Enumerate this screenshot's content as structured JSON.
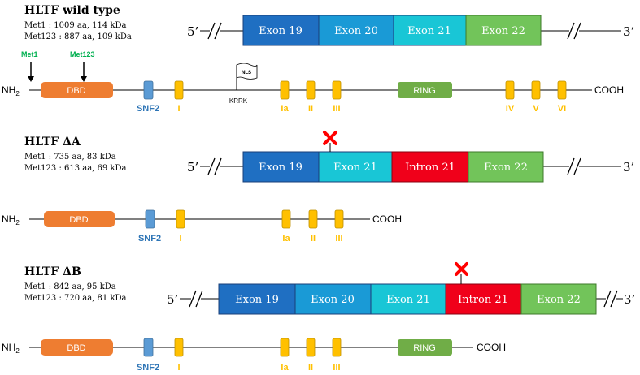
{
  "colors": {
    "exon19": "#1f6fc2",
    "exon20": "#1a9ad6",
    "exon21": "#19c6d6",
    "exon22": "#72c45a",
    "intron21": "#f0001a",
    "dbd": "#ee7d31",
    "snf2": "#5b9bd5",
    "motif": "#ffc000",
    "ring": "#70ad47",
    "met_label": "#00b050",
    "stop_mark": "#ff0000"
  },
  "panels": {
    "wt": {
      "title": "HLTF wild type",
      "met1": "Met1 : 1009 aa, 114 kDa",
      "met123": "Met123 : 887 aa, 109 kDa",
      "exons": [
        "Exon 19",
        "Exon 20",
        "Exon 21",
        "Exon 22"
      ],
      "five": "5’",
      "three": "3’"
    },
    "dA": {
      "title": "HLTF ΔA",
      "met1": "Met1 : 735 aa, 83 kDa",
      "met123": "Met123 : 613 aa, 69 kDa",
      "exons": [
        "Exon 19",
        "Exon 21",
        "Intron 21",
        "Exon 22"
      ],
      "five": "5’",
      "three": "3’"
    },
    "dB": {
      "title": "HLTF ΔB",
      "met1": "Met1 : 842 aa, 95 kDa",
      "met123": "Met123 : 720 aa, 81 kDa",
      "exons": [
        "Exon 19",
        "Exon 20",
        "Exon 21",
        "Intron 21",
        "Exon 22"
      ],
      "five": "5’",
      "three": "3’"
    }
  },
  "protein": {
    "nterm": "NH2",
    "cterm": "COOH",
    "met1_label": "Met1",
    "met123_label": "Met123",
    "dbd": "DBD",
    "snf2": "SNF2",
    "ring": "RING",
    "nls": "NLS",
    "krrk": "KRRK",
    "motifs": {
      "I": "I",
      "Ia": "Ia",
      "II": "II",
      "III": "III",
      "IV": "IV",
      "V": "V",
      "VI": "VI"
    }
  }
}
